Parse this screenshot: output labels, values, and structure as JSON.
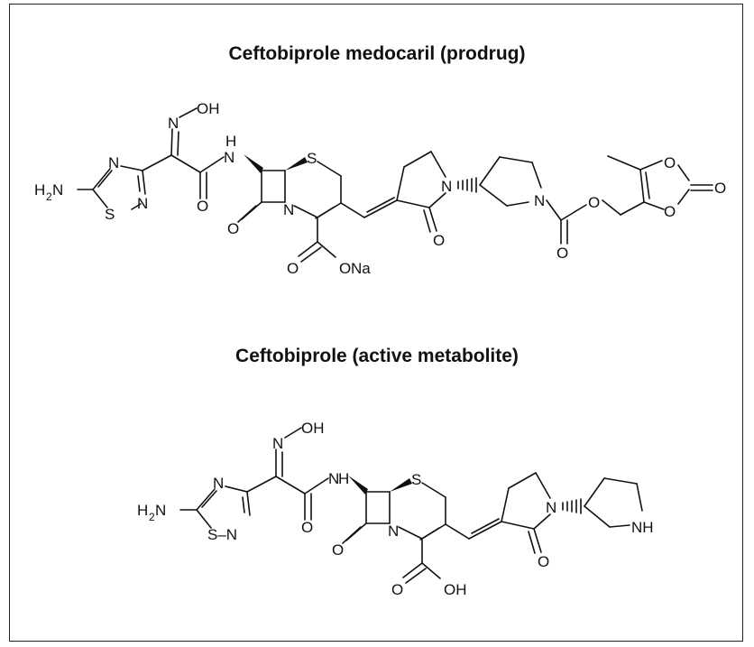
{
  "figure": {
    "titles": {
      "prodrug": "Ceftobiprole medocaril (prodrug)",
      "active": "Ceftobiprole (active metabolite)"
    },
    "atom_labels": {
      "oh": "OH",
      "n": "N",
      "h": "H",
      "s": "S",
      "o": "O",
      "h2": "H",
      "sub2": "2",
      "na": "Na",
      "nh": "NH",
      "s_n": "S–N"
    }
  }
}
